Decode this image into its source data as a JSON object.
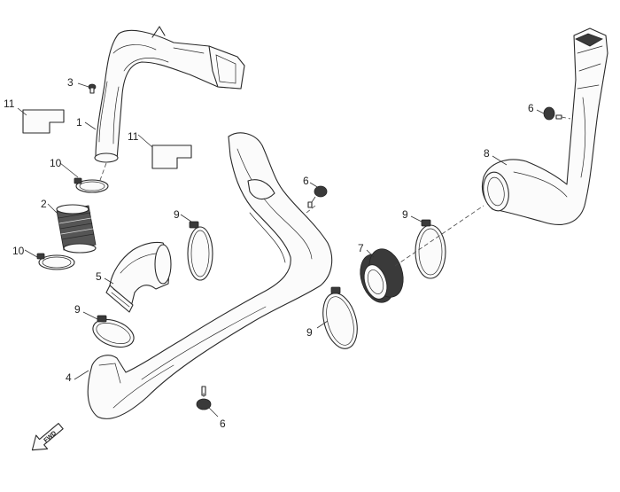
{
  "callouts": [
    {
      "id": "c-1a",
      "text": "1"
    },
    {
      "id": "c-2",
      "text": "2"
    },
    {
      "id": "c-3",
      "text": "3"
    },
    {
      "id": "c-4",
      "text": "4"
    },
    {
      "id": "c-5",
      "text": "5"
    },
    {
      "id": "c-6a",
      "text": "6"
    },
    {
      "id": "c-6b",
      "text": "6"
    },
    {
      "id": "c-6c",
      "text": "6"
    },
    {
      "id": "c-7",
      "text": "7"
    },
    {
      "id": "c-8",
      "text": "8"
    },
    {
      "id": "c-9a",
      "text": "9"
    },
    {
      "id": "c-9b",
      "text": "9"
    },
    {
      "id": "c-9c",
      "text": "9"
    },
    {
      "id": "c-9d",
      "text": "9"
    },
    {
      "id": "c-10a",
      "text": "10"
    },
    {
      "id": "c-10b",
      "text": "10"
    },
    {
      "id": "c-11a",
      "text": "11"
    },
    {
      "id": "c-11b",
      "text": "11"
    }
  ],
  "fwd_label": "FWD",
  "colors": {
    "line": "#2a2a2a",
    "fill": "#fbfbfb",
    "dark": "#3a3a3a"
  }
}
